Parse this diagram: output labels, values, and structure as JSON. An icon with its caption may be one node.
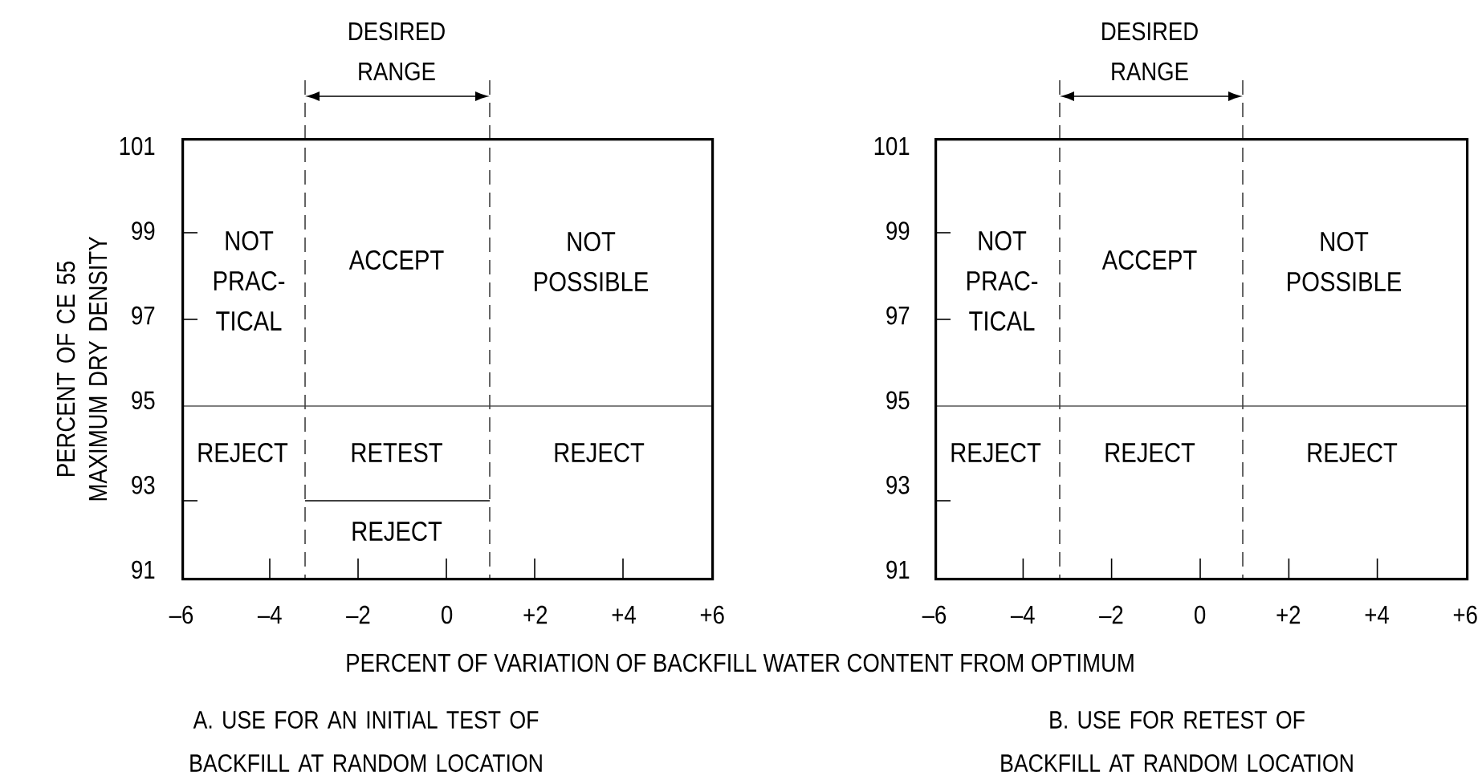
{
  "diagram": {
    "nodes": [
      {
        "text": [],
        "shape": "box"
      },
      {
        "text": [
          "NOT PRAC- TICAL"
        ],
        "in": 0
      },
      {
        "text": [
          "ACCEPT"
        ],
        "in": 0
      },
      {
        "text": [
          "NOT POSSIBLE"
        ],
        "in": 0
      },
      {
        "text": [
          "REJECT"
        ],
        "in": 0
      },
      {
        "text": [
          "RETEST"
        ],
        "in": 0
      },
      {
        "text": [
          "REJECT"
        ],
        "in": 0
      },
      {
        "text": [
          "REJECT"
        ],
        "in": 0
      },
      {
        "text": [],
        "shape": "box"
      },
      {
        "text": [
          "NOT PRAC- TICAL"
        ],
        "in": 8
      },
      {
        "text": [
          "ACCEPT"
        ],
        "in": 8
      },
      {
        "text": [
          "NOT POSSIBLE"
        ],
        "in": 8
      },
      {
        "text": [
          "REJECT"
        ],
        "in": 8
      },
      {
        "text": [
          "REJECT"
        ],
        "in": 8
      },
      {
        "text": [
          "REJECT"
        ],
        "in": 8
      }
    ],
    "labels": [
      "DESIRED RANGE",
      "DESIRED RANGE",
      "101",
      "99",
      "97",
      "95",
      "93",
      "91",
      "101",
      "99",
      "97",
      "95",
      "93",
      "91",
      "PERCENT OF CE 55 MAXIMUM DRY DENSITY",
      "–6",
      "–4",
      "–2",
      "0",
      "+2",
      "+4",
      "+6",
      "–6",
      "–4",
      "–2",
      "0",
      "+2",
      "+4",
      "+6",
      "PERCENT OF VARIATION OF BACKFILL WATER CONTENT FROM OPTIMUM",
      "A. USE FOR AN INITIAL TEST OF BACKFILL AT RANDOM LOCATION",
      "B. USE FOR RETEST OF BACKFILL AT RANDOM LOCATION"
    ]
  }
}
